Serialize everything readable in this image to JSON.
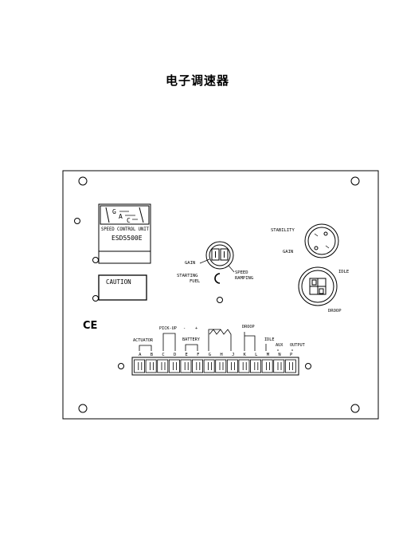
{
  "title": "电子调速器",
  "logo": {
    "letters": [
      "G",
      "A",
      "C"
    ]
  },
  "unit": {
    "header": "SPEED CONTROL UNIT",
    "model": "ESD5500E",
    "caution": "CAUTION"
  },
  "ce_mark": "CE",
  "adjust": {
    "stability": "STABILITY",
    "gain_right": "GAIN",
    "idle": "IDLE",
    "droop": "DROOP",
    "gain_left": "GAIN",
    "speed": "SPEED",
    "ramping": "RAMPING",
    "starting": "STARTING",
    "fuel": "FUEL"
  },
  "groups": {
    "actuator": "ACTUATOR",
    "pickup": "PICK-UP",
    "battery": "BATTERY",
    "minus": "-",
    "plus": "+",
    "droop": "DROOP",
    "idle": "IDLE",
    "aux": "AUX",
    "output": "OUTPUT"
  },
  "terminals": [
    "A",
    "B",
    "C",
    "D",
    "E",
    "F",
    "G",
    "H",
    "J",
    "K",
    "L",
    "M",
    "N",
    "P"
  ]
}
